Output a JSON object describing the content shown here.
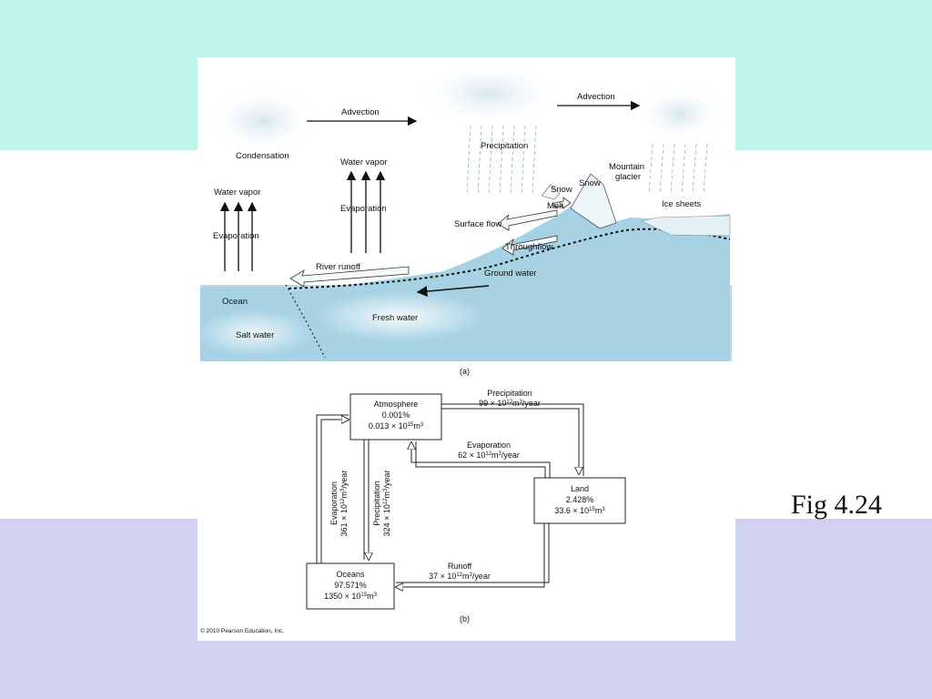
{
  "slide": {
    "figure_label": "Fig 4.24",
    "copyright": "© 2010 Pearson Education, Inc.",
    "colors": {
      "top_band": "#bff5ea",
      "bottom_band": "#d1d1f1",
      "water": "#b9dbe9",
      "land": "#9fcfe2"
    }
  },
  "panel_a": {
    "caption": "(a)",
    "labels": {
      "advection_left": "Advection",
      "advection_right": "Advection",
      "condensation": "Condensation",
      "precipitation": "Precipitation",
      "water_vapor_left": "Water vapor",
      "water_vapor_mid": "Water vapor",
      "evaporation_left": "Evaporation",
      "evaporation_mid": "Evaporation",
      "snow_left": "Snow",
      "snow_right": "Snow",
      "mountain_glacier_1": "Mountain",
      "mountain_glacier_2": "glacier",
      "melt": "Melt",
      "ice_sheets": "Ice sheets",
      "surface_flow": "Surface flow",
      "throughflow": "Throughflow",
      "river_runoff": "River runoff",
      "ground_water": "Ground water",
      "ocean": "Ocean",
      "fresh_water": "Fresh water",
      "salt_water": "Salt water"
    }
  },
  "panel_b": {
    "caption": "(b)",
    "atmosphere": {
      "name": "Atmosphere",
      "percent": "0.001%",
      "volume": "0.013 × 10",
      "exp": "15",
      "unit": "m",
      "unit_exp": "3"
    },
    "land": {
      "name": "Land",
      "percent": "2.428%",
      "volume": "33.6 × 10",
      "exp": "15",
      "unit": "m",
      "unit_exp": "3"
    },
    "oceans": {
      "name": "Oceans",
      "percent": "97.571%",
      "volume": "1350 × 10",
      "exp": "15",
      "unit": "m",
      "unit_exp": "3"
    },
    "flows": {
      "precip_land": {
        "label": "Precipitation",
        "value": "99 × 10",
        "exp": "12",
        "unit": "m",
        "unit_exp": "3",
        "suffix": "/year"
      },
      "evap_land": {
        "label": "Evaporation",
        "value": "62 × 10",
        "exp": "12",
        "unit": "m",
        "unit_exp": "3",
        "suffix": "/year"
      },
      "runoff": {
        "label": "Runoff",
        "value": "37 × 10",
        "exp": "12",
        "unit": "m",
        "unit_exp": "3",
        "suffix": "/year"
      },
      "evap_ocean": {
        "label": "Evaporation",
        "value": "361 × 10",
        "exp": "12",
        "unit": "m",
        "unit_exp": "3",
        "suffix": "/year"
      },
      "precip_ocean": {
        "label": "Precipitation",
        "value": "324 × 10",
        "exp": "12",
        "unit": "m",
        "unit_exp": "3",
        "suffix": "/year"
      }
    }
  }
}
